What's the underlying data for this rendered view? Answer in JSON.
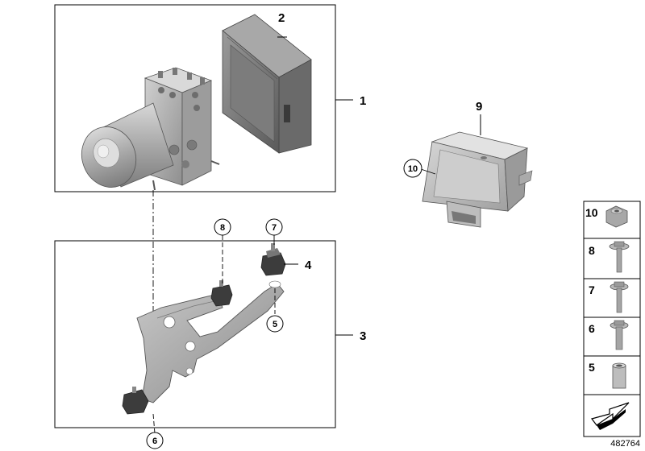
{
  "callouts": {
    "p1": "1",
    "p2": "2",
    "p3": "3",
    "p4": "4",
    "p9": "9",
    "c5": "5",
    "c6": "6",
    "c7": "7",
    "c8": "8",
    "c10": "10"
  },
  "legend": {
    "items": [
      {
        "label": "10",
        "icon": "hex-nut-icon"
      },
      {
        "label": "8",
        "icon": "flange-bolt-icon"
      },
      {
        "label": "7",
        "icon": "long-bolt-icon"
      },
      {
        "label": "6",
        "icon": "short-bolt-icon"
      },
      {
        "label": "5",
        "icon": "sleeve-icon"
      }
    ],
    "arrow_icon": "direction-arrow-icon"
  },
  "diagram_id": "482764",
  "colors": {
    "line": "#000000",
    "part_gray": "#b9b9b9",
    "part_dark": "#4a4a4a"
  }
}
